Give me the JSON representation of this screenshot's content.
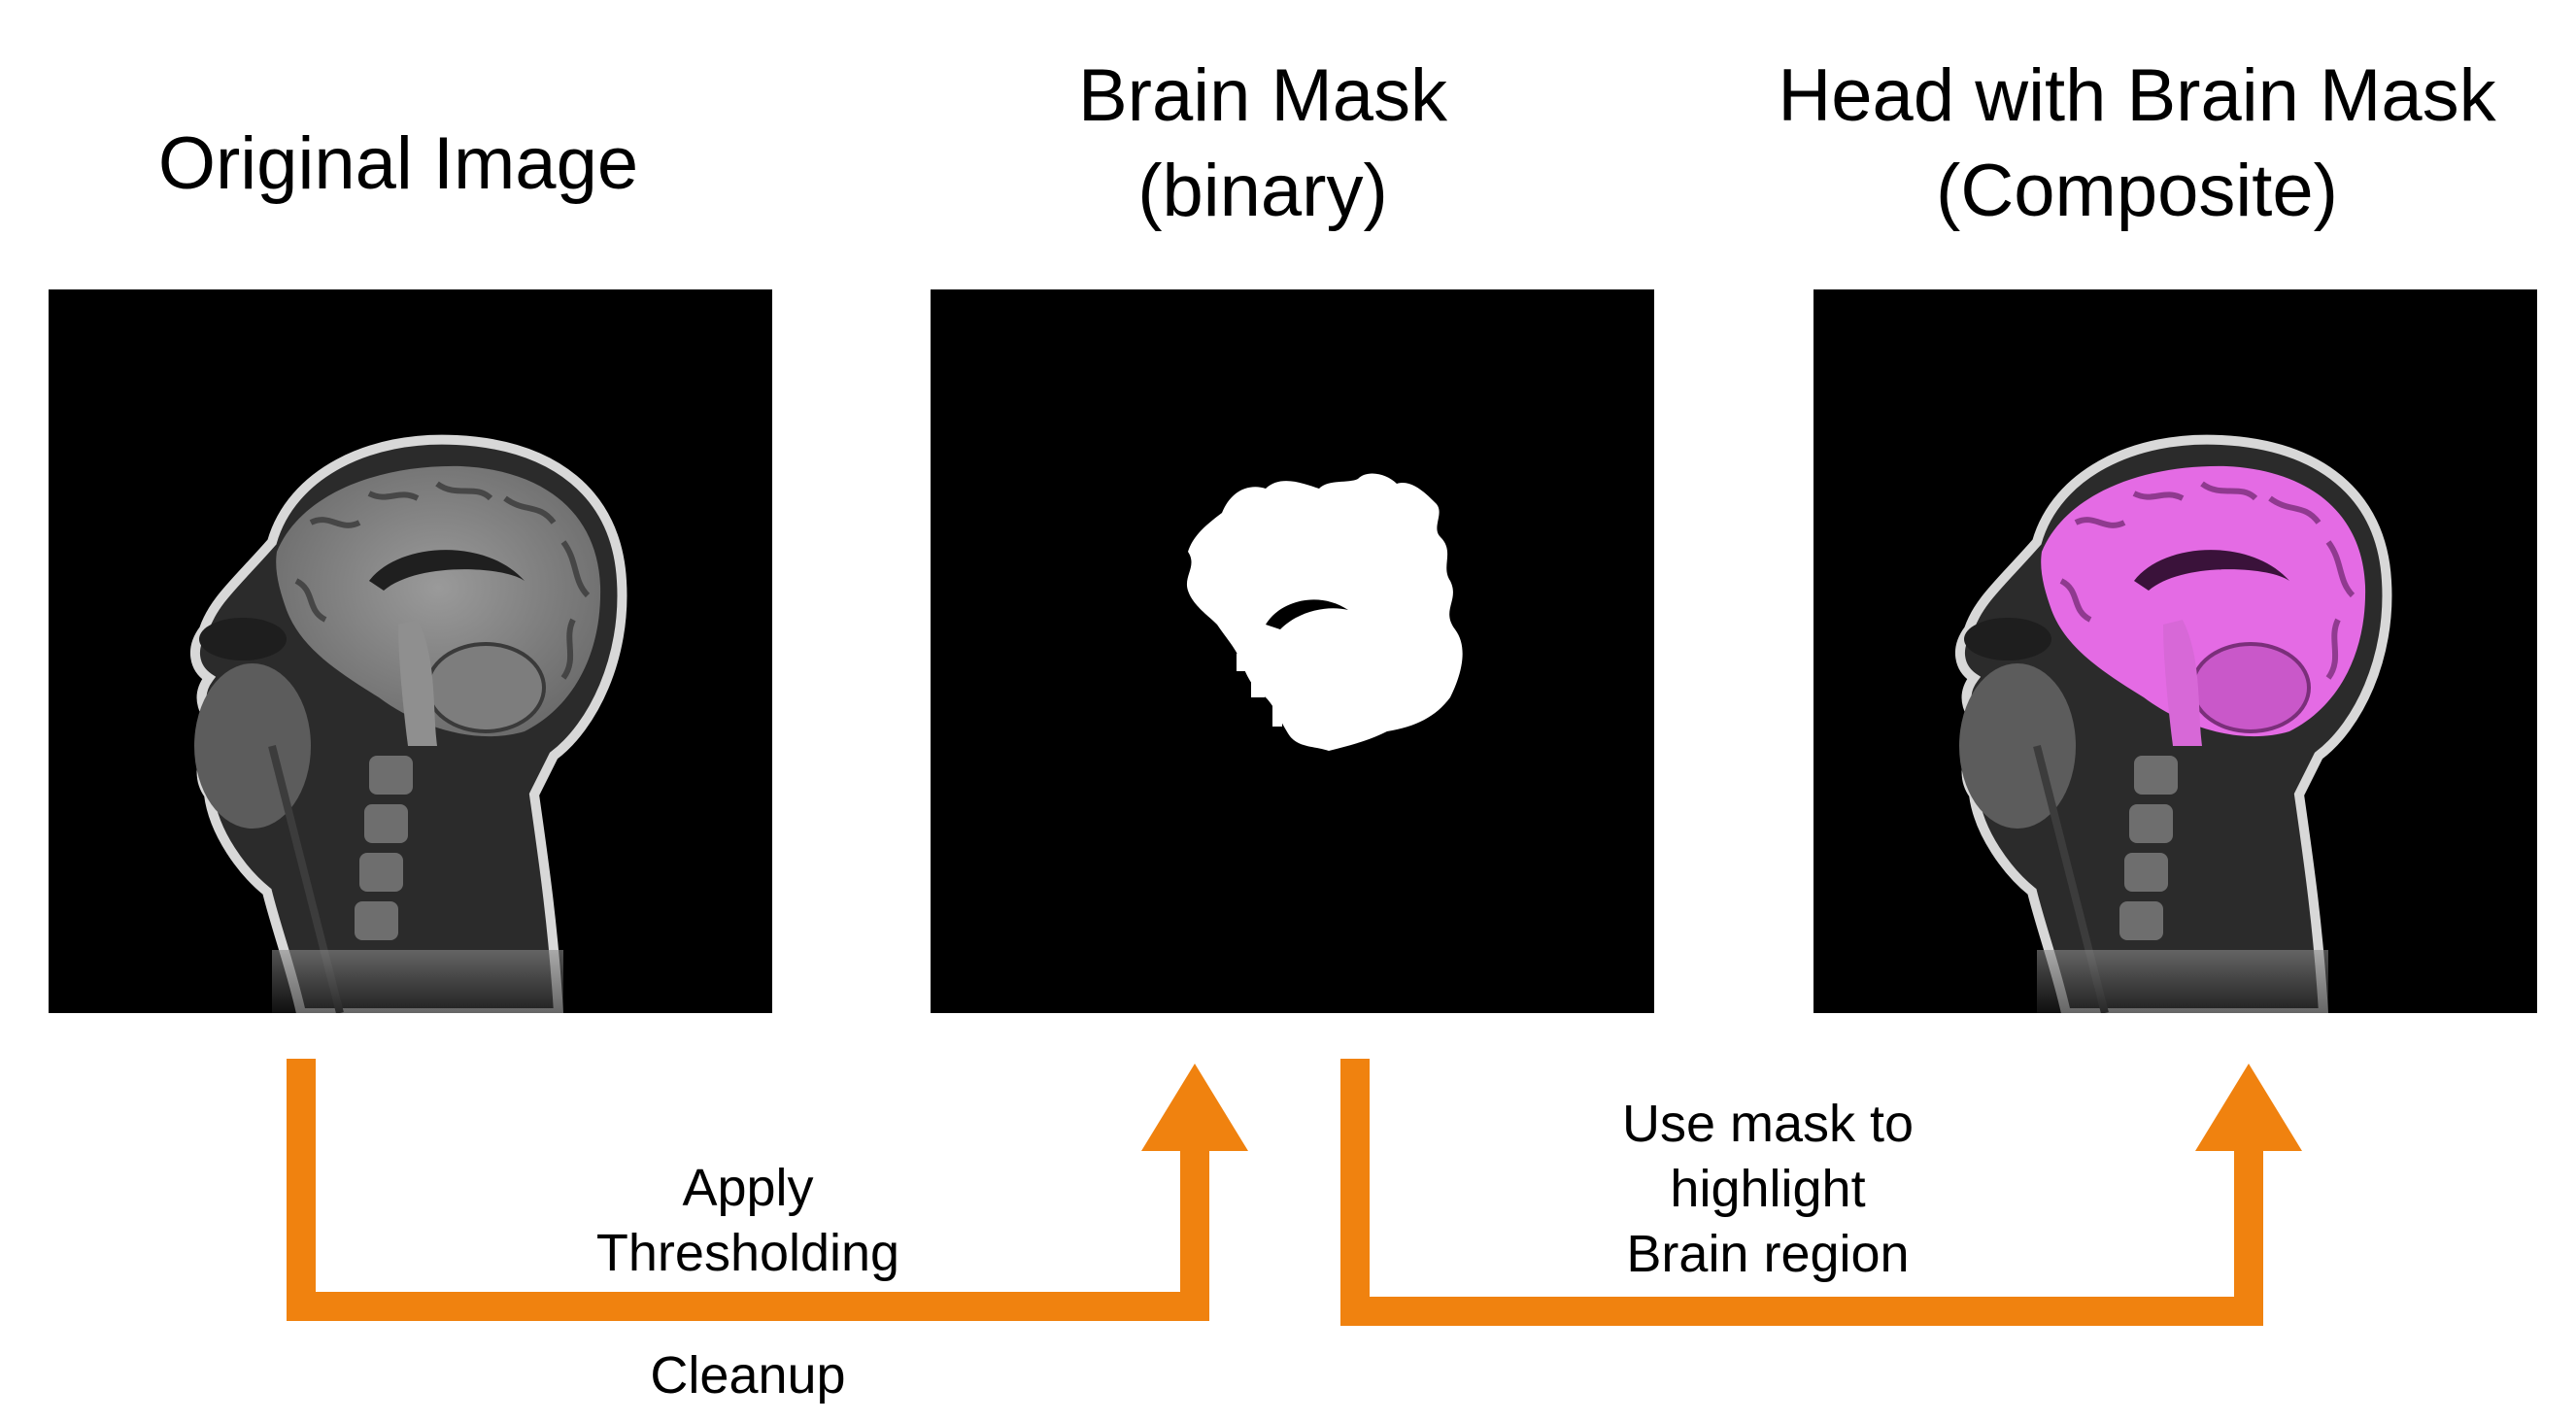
{
  "panels": [
    {
      "title_line1": "Original Image",
      "title_line2": ""
    },
    {
      "title_line1": "Brain Mask",
      "title_line2": "(binary)"
    },
    {
      "title_line1": "Head with Brain Mask",
      "title_line2": "(Composite)"
    }
  ],
  "steps": [
    {
      "line1": "Apply",
      "line2": "Thresholding",
      "line3": "Cleanup"
    },
    {
      "line1": "Use mask to",
      "line2": "highlight",
      "line3": "Brain region"
    }
  ],
  "colors": {
    "arrow": "#F0820F",
    "mask_overlay": "#E46BE4",
    "panel_background": "#000000",
    "mask": "#FFFFFF"
  },
  "icons": [
    "mri-sagittal-head-image",
    "binary-brain-mask-image",
    "composite-mri-image",
    "orange-flow-arrow"
  ]
}
